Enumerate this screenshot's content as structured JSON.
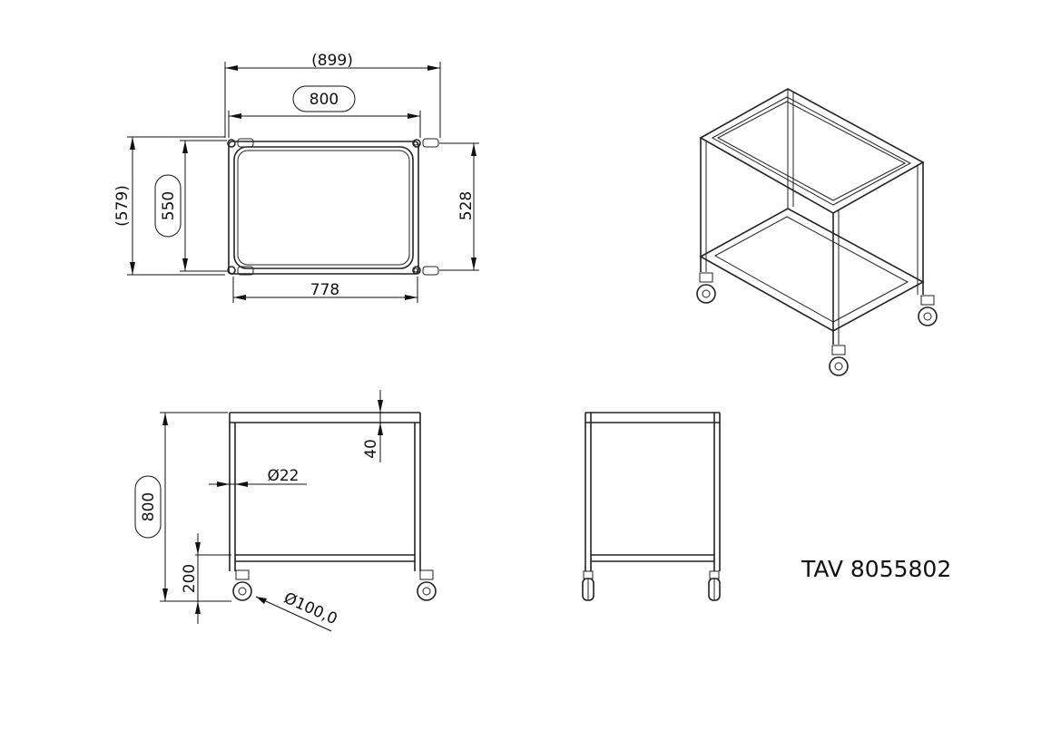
{
  "drawing_number": "TAV 8055802",
  "top_view": {
    "overall_width": "(899)",
    "frame_width": "800",
    "tray_width": "778",
    "overall_depth": "(579)",
    "frame_depth": "550",
    "tray_depth": "528"
  },
  "front_view": {
    "height": "800",
    "tray_rim": "40",
    "tube_diameter": "Ø22",
    "lower_shelf": "200",
    "wheel_diameter": "Ø100,0"
  }
}
